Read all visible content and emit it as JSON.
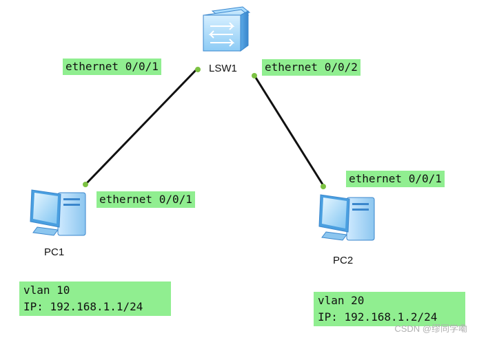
{
  "devices": {
    "switch": {
      "name": "LSW1"
    },
    "pc1": {
      "name": "PC1",
      "vlan": "vlan 10",
      "ip": "IP: 192.168.1.1/24"
    },
    "pc2": {
      "name": "PC2",
      "vlan": "vlan 20",
      "ip": "IP: 192.168.1.2/24"
    }
  },
  "links": [
    {
      "from": "LSW1",
      "to": "PC1",
      "switch_port": "ethernet 0/0/1",
      "pc_port": "ethernet 0/0/1"
    },
    {
      "from": "LSW1",
      "to": "PC2",
      "switch_port": "ethernet 0/0/2",
      "pc_port": "ethernet 0/0/1"
    }
  ],
  "colors": {
    "label_bg": "#90ee90",
    "link_line": "#111111",
    "port_dot": "#7cc242",
    "device_blue": "#64b4f0"
  },
  "icons": {
    "switch": "network-switch-icon",
    "pc": "desktop-pc-icon"
  },
  "watermark": "CSDN @缪同学嘞"
}
